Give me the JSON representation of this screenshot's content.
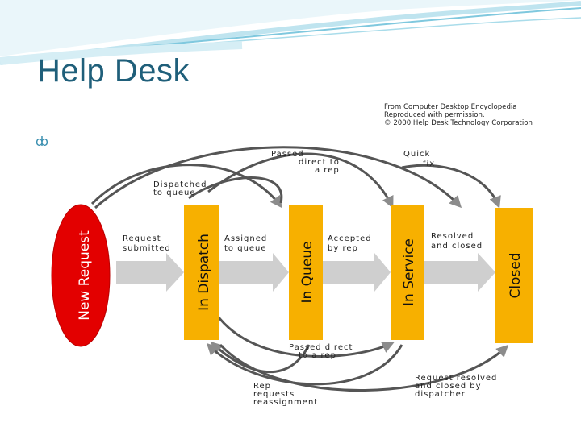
{
  "slide": {
    "title": "Help Desk",
    "bullet_glyph": "ȸ"
  },
  "credit": {
    "line1": "From Computer Desktop Encyclopedia",
    "line2": "Reproduced with permission.",
    "line3": "© 2000 Help Desk Technology Corporation"
  },
  "states": {
    "new_request": "New Request",
    "in_dispatch": "In Dispatch",
    "in_queue": "In Queue",
    "in_service": "In Service",
    "closed": "Closed"
  },
  "transitions": {
    "request_submitted": [
      "Request",
      "submitted"
    ],
    "assigned_to_queue": [
      "Assigned",
      "to queue"
    ],
    "accepted_by_rep": [
      "Accepted",
      "by rep"
    ],
    "resolved_and_closed": [
      "Resolved",
      "and closed"
    ],
    "passed_direct_top": [
      "Passed",
      "direct to",
      "a rep"
    ],
    "quick_fix": [
      "Quick",
      "fix"
    ],
    "dispatched_to_queue": [
      "Dispatched",
      "to queue"
    ],
    "passed_direct_bottom": [
      "Passed direct",
      "to a rep"
    ],
    "request_resolved_by_dispatcher": [
      "Request resolved",
      "and closed by",
      "dispatcher"
    ],
    "rep_requests_reassignment": [
      "Rep",
      "requests",
      "reassignment"
    ]
  },
  "colors": {
    "title": "#1f5f7a",
    "state_box": "#f7b000",
    "new_request": "#e30000",
    "arrow_fill": "#cfcfcf",
    "curve": "#5a5a5a",
    "curve_head": "#8c8c8c"
  }
}
